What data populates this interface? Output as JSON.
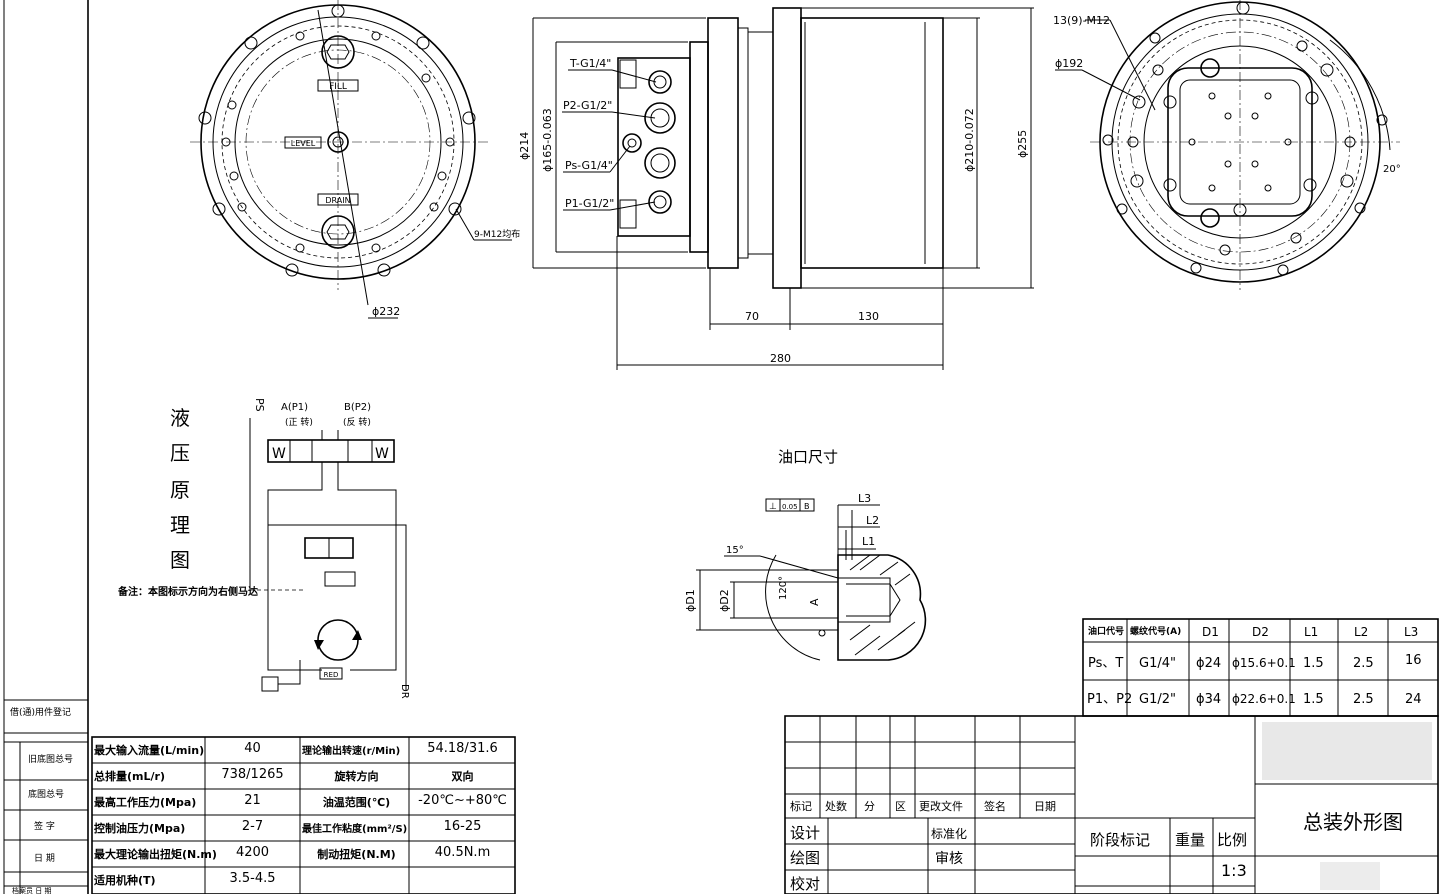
{
  "left_view": {
    "fill_label": "FILL",
    "level_label": "LEVEL",
    "drain_label": "DRAIN",
    "dia_232": "ϕ232",
    "bolt_note": "9-M12均布"
  },
  "side_view": {
    "port_t": "T-G1/4\"",
    "port_p2": "P2-G1/2\"",
    "port_ps": "Ps-G1/4\"",
    "port_p1": "P1-G1/2\"",
    "dia_214": "ϕ214",
    "dia_165": "ϕ165-0.063",
    "dia_210": "ϕ210-0.072",
    "dia_255": "ϕ255",
    "len_70": "70",
    "len_130": "130",
    "len_280": "280"
  },
  "right_view": {
    "thread_note": "13(9)-M12",
    "dia_192": "ϕ192",
    "ang_20": "20°"
  },
  "hydraulic": {
    "title_chars": [
      "液",
      "压",
      "原",
      "理",
      "图"
    ],
    "ps": "PS",
    "port_a": "A(P1)",
    "port_a_sub": "(正 转)",
    "port_b": "B(P2)",
    "port_b_sub": "(反 转)",
    "red": "RED",
    "dr": "DR",
    "note": "备注：本图标示方向为右侧马达"
  },
  "port_detail": {
    "title": "油口尺寸",
    "tol1": "⊥",
    "tol2": "0.05",
    "tol3": "B",
    "l1": "L1",
    "l2": "L2",
    "l3": "L3",
    "ang15": "15°",
    "ang120": "120°",
    "d1": "ϕD1",
    "d2": "ϕD2",
    "a": "A"
  },
  "port_table": {
    "headers": [
      "油口代号",
      "螺纹代号(A)",
      "D1",
      "D2",
      "L1",
      "L2",
      "L3"
    ],
    "rows": [
      [
        "Ps、T",
        "G1/4\"",
        "ϕ24",
        "ϕ15.6+0.1",
        "1.5",
        "2.5",
        "16"
      ],
      [
        "P1、P2",
        "G1/2\"",
        "ϕ34",
        "ϕ22.6+0.1",
        "1.5",
        "2.5",
        "24"
      ]
    ]
  },
  "spec_table": {
    "rows": [
      [
        "最大输入流量(L/min)",
        "40",
        "理论输出转速(r/Min)",
        "54.18/31.6"
      ],
      [
        "总排量(mL/r)",
        "738/1265",
        "旋转方向",
        "双向"
      ],
      [
        "最高工作压力(Mpa)",
        "21",
        "油温范围(℃)",
        "-20℃~+80℃"
      ],
      [
        "控制油压力(Mpa)",
        "2-7",
        "最佳工作粘度(mm²/S)",
        "16-25"
      ],
      [
        "最大理论输出扭矩(N.m)",
        "4200",
        "制动扭矩(N.M)",
        "40.5N.m"
      ],
      [
        "适用机种(T)",
        "3.5-4.5",
        "",
        ""
      ]
    ]
  },
  "side_register": {
    "rows": [
      "借(通)用件登记",
      "旧底图总号",
      "底图总号",
      "签 字",
      "日 期",
      "档案员 日 期"
    ]
  },
  "title_block": {
    "rev_headers": [
      "标记",
      "处数",
      "分",
      "区",
      "更改文件",
      "签名",
      "日期"
    ],
    "design": "设计",
    "draw": "绘图",
    "check": "校对",
    "standard": "标准化",
    "review": "审核",
    "stage": "阶段标记",
    "weight": "重量",
    "scale_label": "比例",
    "scale": "1:3",
    "drawing_title": "总装外形图"
  }
}
